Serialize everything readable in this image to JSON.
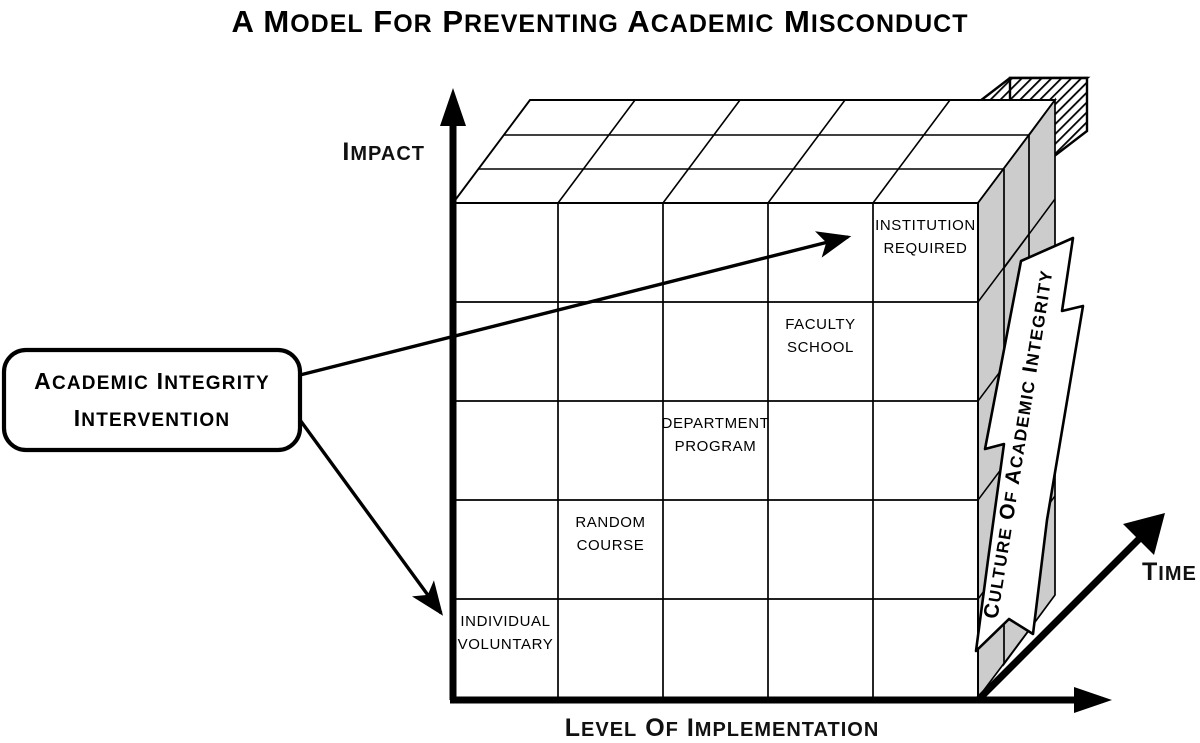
{
  "title": "A Model for Preventing Academic Misconduct",
  "axes": {
    "y_label": "Impact",
    "x_label": "Level of Implementation",
    "z_label": "Time"
  },
  "callout": {
    "line1": "Academic Integrity",
    "line2": "Intervention"
  },
  "depth_arrow": {
    "label": "Culture of Academic Integrity"
  },
  "cells": [
    {
      "line1": "INDIVIDUAL",
      "line2": "VOLUNTARY",
      "col": 0,
      "row": 0
    },
    {
      "line1": "RANDOM",
      "line2": "COURSE",
      "col": 1,
      "row": 1
    },
    {
      "line1": "DEPARTMENT",
      "line2": "PROGRAM",
      "col": 2,
      "row": 2
    },
    {
      "line1": "FACULTY",
      "line2": "SCHOOL",
      "col": 3,
      "row": 3
    },
    {
      "line1": "INSTITUTION",
      "line2": "REQUIRED",
      "col": 4,
      "row": 4
    }
  ],
  "grid": {
    "columns": 5,
    "rows": 5,
    "depth_layers": 3
  },
  "colors": {
    "ink": "#000000",
    "side_face": "#cccccc",
    "hatch_face": "#ffffff",
    "background": "#ffffff"
  }
}
